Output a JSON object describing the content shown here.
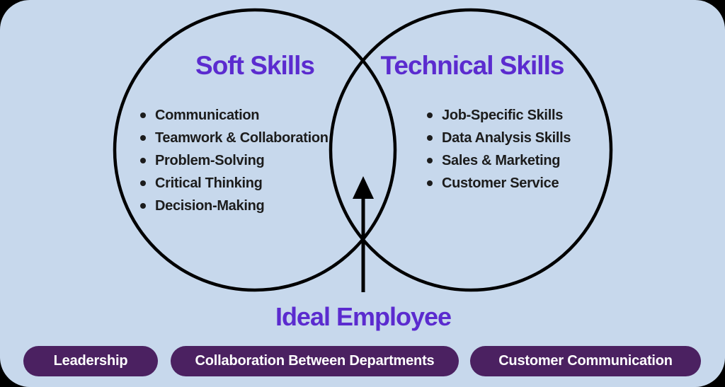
{
  "colors": {
    "background": "#c7d8ec",
    "outside": "#000000",
    "title_purple": "#5b2bcf",
    "list_text": "#1c1c1c",
    "stroke": "#000000",
    "pill_bg": "#4b2161",
    "pill_text": "#ffffff"
  },
  "venn": {
    "left_circle": {
      "title": "Soft Skills",
      "items": [
        "Communication",
        "Teamwork & Collaboration",
        "Problem-Solving",
        "Critical Thinking",
        "Decision-Making"
      ]
    },
    "right_circle": {
      "title": "Technical Skills",
      "items": [
        "Job-Specific Skills",
        "Data Analysis Skills",
        "Sales & Marketing",
        "Customer Service"
      ]
    },
    "intersection_label": "Ideal Employee"
  },
  "tags": {
    "leadership": "Leadership",
    "collaboration": "Collaboration Between Departments",
    "customer": "Customer Communication"
  }
}
